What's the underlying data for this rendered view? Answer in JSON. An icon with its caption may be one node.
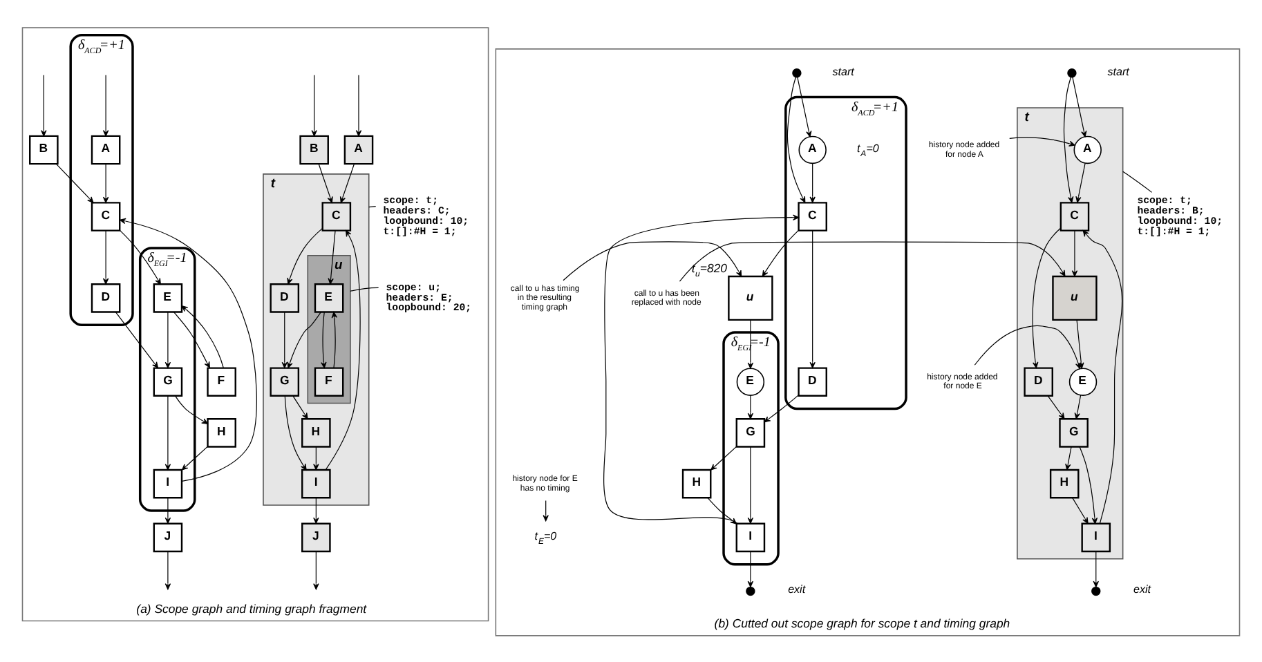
{
  "diagram": {
    "nodes": [
      {
        "text": [
          "(a) Scope graph and timing graph fragment"
        ]
      },
      {
        "text": [
          "A"
        ],
        "in": 0
      },
      {
        "text": [
          "B"
        ],
        "in": 0
      },
      {
        "text": [
          "t"
        ],
        "in": 0
      },
      {
        "text": [
          "C"
        ],
        "in": 3
      },
      {
        "text": [
          "D"
        ],
        "in": 3
      },
      {
        "text": [
          "u"
        ],
        "in": 3
      },
      {
        "text": [
          "E"
        ],
        "in": 6
      },
      {
        "text": [
          "F"
        ],
        "in": 6
      },
      {
        "text": [
          "G"
        ],
        "in": 3
      },
      {
        "text": [
          "H"
        ],
        "in": 3
      },
      {
        "text": [
          "I"
        ],
        "in": 3
      },
      {
        "text": [
          "J"
        ],
        "in": 0
      },
      {
        "text": [
          "scope: t; headers: C; loopbound: 10; t:[]:#H = 1;"
        ],
        "in": 0
      },
      {
        "text": [
          "scope: u; headers: E; loopbound: 20;"
        ],
        "in": 0
      },
      {
        "text": [
          "δ$_{ACD}$=+1"
        ],
        "in": 0
      },
      {
        "text": [
          "A"
        ],
        "in": 15
      },
      {
        "text": [
          "B"
        ],
        "in": 0
      },
      {
        "text": [
          "C"
        ],
        "in": 15
      },
      {
        "text": [
          "D"
        ],
        "in": 15
      },
      {
        "text": [
          "δ$_{EGI}$=-1"
        ],
        "in": 0
      },
      {
        "text": [
          "E"
        ],
        "in": 20
      },
      {
        "text": [
          "F"
        ],
        "in": 0
      },
      {
        "text": [
          "G"
        ],
        "in": 20
      },
      {
        "text": [
          "H"
        ],
        "in": 0
      },
      {
        "text": [
          "I"
        ],
        "in": 20
      },
      {
        "text": [
          "J"
        ],
        "in": 0
      },
      {
        "text": [
          "(b) Cutted out scope graph for scope t and timing graph"
        ]
      },
      {
        "text": [],
        "shape": "circle",
        "beside": [
          "start"
        ],
        "in": 27
      },
      {
        "text": [
          "t"
        ],
        "in": 27
      },
      {
        "text": [
          "A"
        ],
        "in": 29
      },
      {
        "text": [
          "C"
        ],
        "in": 29
      },
      {
        "text": [
          "D"
        ],
        "in": 29
      },
      {
        "text": [
          "u"
        ],
        "in": 29
      },
      {
        "text": [
          "E"
        ],
        "in": 29
      },
      {
        "text": [
          "G"
        ],
        "in": 29
      },
      {
        "text": [
          "H"
        ],
        "in": 29
      },
      {
        "text": [
          "I"
        ],
        "in": 29
      },
      {
        "text": [],
        "shape": "circle",
        "beside": [
          "exit"
        ],
        "in": 27
      },
      {
        "text": [
          "scope: t; headers: B; loopbound: 10; t:[]:#H = 1;"
        ],
        "in": 27
      },
      {
        "text": [
          "history node added for node A"
        ],
        "in": 27
      },
      {
        "text": [
          "call to u has been replaced with node"
        ],
        "in": 27
      },
      {
        "text": [
          "history node added for node E"
        ],
        "in": 27
      },
      {
        "text": [],
        "shape": "circle",
        "beside": [
          "start"
        ],
        "in": 27
      },
      {
        "text": [
          "δ$_{ACD}$=+1"
        ],
        "in": 27
      },
      {
        "text": [
          "A"
        ],
        "in": 44,
        "beside": [
          "t$_{A}$=0"
        ]
      },
      {
        "text": [
          "C"
        ],
        "in": 44
      },
      {
        "text": [
          "D"
        ],
        "in": 44
      },
      {
        "text": [
          "u"
        ],
        "in": 27,
        "beside": [
          "t$_{u}$=820"
        ]
      },
      {
        "text": [
          "δ$_{EGI}$=-1"
        ],
        "in": 27
      },
      {
        "text": [
          "E"
        ],
        "in": 49
      },
      {
        "text": [
          "G"
        ],
        "in": 49
      },
      {
        "text": [
          "H"
        ],
        "in": 27
      },
      {
        "text": [
          "I"
        ],
        "in": 49
      },
      {
        "text": [],
        "shape": "circle",
        "beside": [
          "exit"
        ],
        "in": 27
      },
      {
        "text": [
          "call to u has timing in the resulting timing graph"
        ],
        "in": 27
      },
      {
        "text": [
          "history node for E has no timing"
        ],
        "in": 27
      },
      {
        "text": [
          "t$_{E}$=0"
        ],
        "in": 27
      }
    ],
    "edges": [
      {
        "from": null,
        "to": 1,
        "arrow": "to"
      },
      {
        "from": null,
        "to": 2,
        "arrow": "to"
      },
      {
        "from": 1,
        "to": 4,
        "arrow": "to"
      },
      {
        "from": 2,
        "to": 4,
        "arrow": "to"
      },
      {
        "from": 4,
        "to": 5,
        "arrow": "to"
      },
      {
        "from": 4,
        "to": 7,
        "arrow": "to"
      },
      {
        "from": 7,
        "to": 8,
        "arrow": "to"
      },
      {
        "from": 8,
        "to": 7,
        "arrow": "to"
      },
      {
        "from": 7,
        "to": 9,
        "arrow": "to"
      },
      {
        "from": 5,
        "to": 9,
        "arrow": "to"
      },
      {
        "from": 9,
        "to": 10,
        "arrow": "to"
      },
      {
        "from": 9,
        "to": 11,
        "arrow": "to"
      },
      {
        "from": 10,
        "to": 11,
        "arrow": "to"
      },
      {
        "from": 11,
        "to": 4,
        "arrow": "to"
      },
      {
        "from": 11,
        "to": 12,
        "arrow": "to"
      },
      {
        "from": 12,
        "to": null,
        "arrow": "to"
      },
      {
        "from": 13,
        "to": 3,
        "arrow": "none"
      },
      {
        "from": 14,
        "to": 6,
        "arrow": "none"
      },
      {
        "from": null,
        "to": 16,
        "arrow": "to"
      },
      {
        "from": null,
        "to": 17,
        "arrow": "to"
      },
      {
        "from": 16,
        "to": 18,
        "arrow": "to"
      },
      {
        "from": 17,
        "to": 18,
        "arrow": "to"
      },
      {
        "from": 18,
        "to": 19,
        "arrow": "to"
      },
      {
        "from": 18,
        "to": 21,
        "arrow": "to"
      },
      {
        "from": 21,
        "to": 22,
        "arrow": "to"
      },
      {
        "from": 22,
        "to": 21,
        "arrow": "to"
      },
      {
        "from": 21,
        "to": 23,
        "arrow": "to"
      },
      {
        "from": 19,
        "to": 23,
        "arrow": "to"
      },
      {
        "from": 23,
        "to": 24,
        "arrow": "to"
      },
      {
        "from": 23,
        "to": 25,
        "arrow": "to"
      },
      {
        "from": 24,
        "to": 25,
        "arrow": "to"
      },
      {
        "from": 25,
        "to": 18,
        "arrow": "to"
      },
      {
        "from": 25,
        "to": 26,
        "arrow": "to"
      },
      {
        "from": 26,
        "to": null,
        "arrow": "to"
      },
      {
        "from": 28,
        "to": 30,
        "arrow": "to"
      },
      {
        "from": 28,
        "to": 31,
        "arrow": "to"
      },
      {
        "from": 30,
        "to": 31,
        "arrow": "to"
      },
      {
        "from": 31,
        "to": 32,
        "arrow": "to"
      },
      {
        "from": 31,
        "to": 33,
        "arrow": "to"
      },
      {
        "from": 33,
        "to": 34,
        "arrow": "to"
      },
      {
        "from": 34,
        "to": 35,
        "arrow": "to"
      },
      {
        "from": 32,
        "to": 35,
        "arrow": "to"
      },
      {
        "from": 35,
        "to": 36,
        "arrow": "to"
      },
      {
        "from": 35,
        "to": 37,
        "arrow": "to"
      },
      {
        "from": 36,
        "to": 37,
        "arrow": "to"
      },
      {
        "from": 37,
        "to": 31,
        "arrow": "to"
      },
      {
        "from": 37,
        "to": 38,
        "arrow": "to"
      },
      {
        "from": 39,
        "to": 29,
        "arrow": "none"
      },
      {
        "from": 40,
        "to": 30,
        "arrow": "to"
      },
      {
        "from": 41,
        "to": 33,
        "arrow": "to"
      },
      {
        "from": 42,
        "to": 34,
        "arrow": "to"
      },
      {
        "from": 43,
        "to": 45,
        "arrow": "to"
      },
      {
        "from": 43,
        "to": 46,
        "arrow": "to"
      },
      {
        "from": 45,
        "to": 46,
        "arrow": "to"
      },
      {
        "from": 46,
        "to": 47,
        "arrow": "to"
      },
      {
        "from": 46,
        "to": 48,
        "arrow": "to"
      },
      {
        "from": 48,
        "to": 50,
        "arrow": "to"
      },
      {
        "from": 50,
        "to": 51,
        "arrow": "to"
      },
      {
        "from": 47,
        "to": 51,
        "arrow": "to"
      },
      {
        "from": 51,
        "to": 52,
        "arrow": "to"
      },
      {
        "from": 51,
        "to": 53,
        "arrow": "to"
      },
      {
        "from": 52,
        "to": 53,
        "arrow": "to"
      },
      {
        "from": 53,
        "to": 46,
        "arrow": "to"
      },
      {
        "from": 53,
        "to": 54,
        "arrow": "to"
      },
      {
        "from": 55,
        "to": 48,
        "arrow": "to"
      },
      {
        "from": 56,
        "to": 57,
        "arrow": "to"
      }
    ]
  }
}
